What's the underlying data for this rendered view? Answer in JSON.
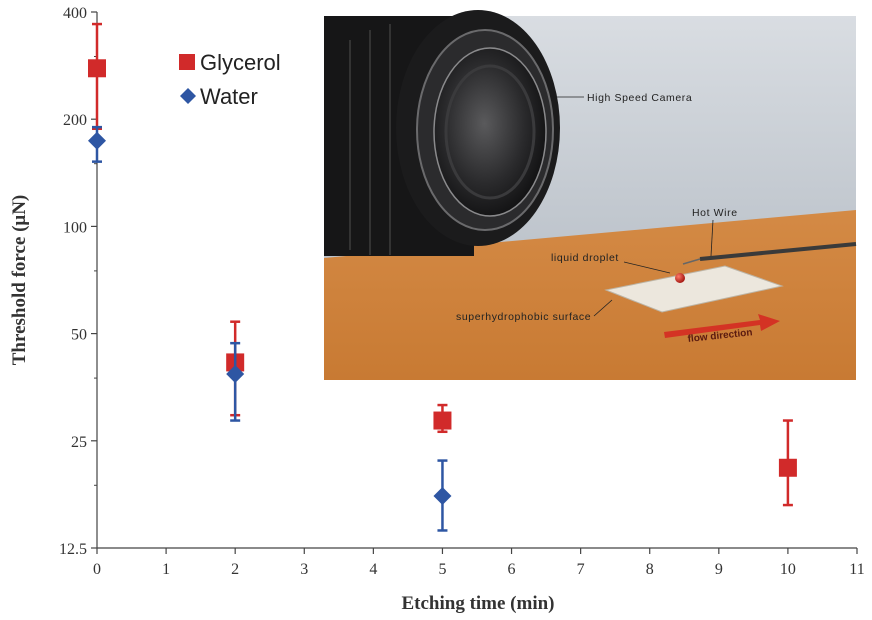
{
  "chart_data": {
    "type": "scatter",
    "xlabel": "Etching time (min)",
    "ylabel": "Threshold force (μN)",
    "xlim": [
      0,
      11
    ],
    "ylim": [
      12.5,
      400
    ],
    "yscale": "log2",
    "xticks": [
      0,
      1,
      2,
      3,
      4,
      5,
      6,
      7,
      8,
      9,
      10,
      11
    ],
    "yticks": [
      12.5,
      25,
      50,
      100,
      200,
      400
    ],
    "ytick_labels": [
      "12.5",
      "25",
      "50",
      "100",
      "200",
      "400"
    ],
    "legend_position": "top-left",
    "grid": false,
    "series": [
      {
        "name": "Glycerol",
        "marker": "square",
        "color": "#d12a2a",
        "points": [
          {
            "x": 0,
            "y": 278,
            "err_low": 188,
            "err_high": 370
          },
          {
            "x": 2,
            "y": 41.5,
            "err_low": 29.5,
            "err_high": 54
          },
          {
            "x": 5,
            "y": 28.5,
            "err_low": 26.5,
            "err_high": 31.5
          },
          {
            "x": 10,
            "y": 21,
            "err_low": 16.5,
            "err_high": 28.5
          }
        ]
      },
      {
        "name": "Water",
        "marker": "diamond",
        "color": "#2e56a3",
        "points": [
          {
            "x": 0,
            "y": 174,
            "err_low": 152,
            "err_high": 190
          },
          {
            "x": 2,
            "y": 38.5,
            "err_low": 28.5,
            "err_high": 47
          },
          {
            "x": 5,
            "y": 17.5,
            "err_low": 14,
            "err_high": 22
          }
        ]
      }
    ]
  },
  "inset": {
    "labels": {
      "camera": "High Speed Camera",
      "hot_wire": "Hot Wire",
      "droplet": "liquid droplet",
      "surface": "superhydrophobic surface",
      "flow": "flow direction"
    }
  }
}
